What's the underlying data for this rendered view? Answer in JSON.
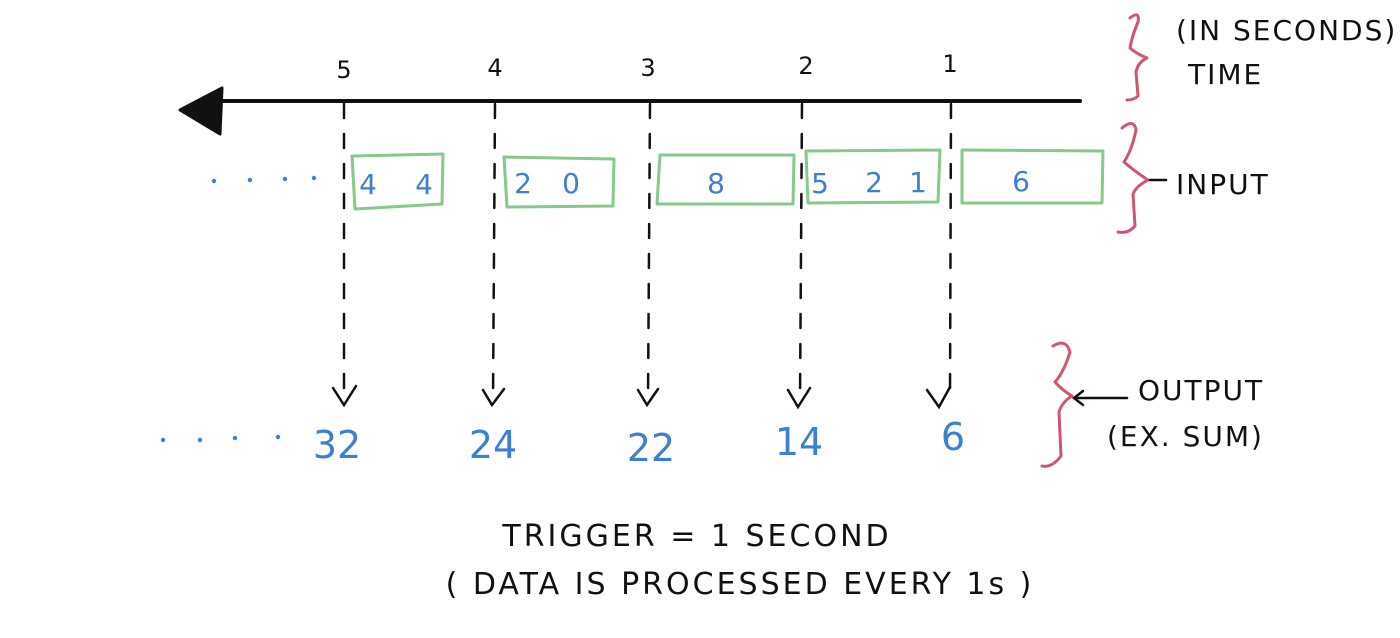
{
  "labels": {
    "time_unit": "(IN SECONDS)",
    "time": "TIME",
    "input": "INPUT",
    "output": "OUTPUT",
    "output_note": "(EX. SUM)"
  },
  "ticks": [
    "5",
    "4",
    "3",
    "2",
    "1"
  ],
  "input_batches": [
    {
      "values": [
        "4",
        "4"
      ]
    },
    {
      "values": [
        "2",
        "0"
      ]
    },
    {
      "values": [
        "8"
      ]
    },
    {
      "values": [
        "5",
        "2",
        "1"
      ]
    },
    {
      "values": [
        "6"
      ]
    }
  ],
  "outputs": [
    "32",
    "24",
    "22",
    "14",
    "6"
  ],
  "caption": {
    "line1": "TRIGGER = 1 SECOND",
    "line2": "( DATA IS PROCESSED EVERY 1s )"
  },
  "colors": {
    "ink": "#111111",
    "blue": "#3d7fd0",
    "green": "#86c98a",
    "red": "#d0566f"
  }
}
